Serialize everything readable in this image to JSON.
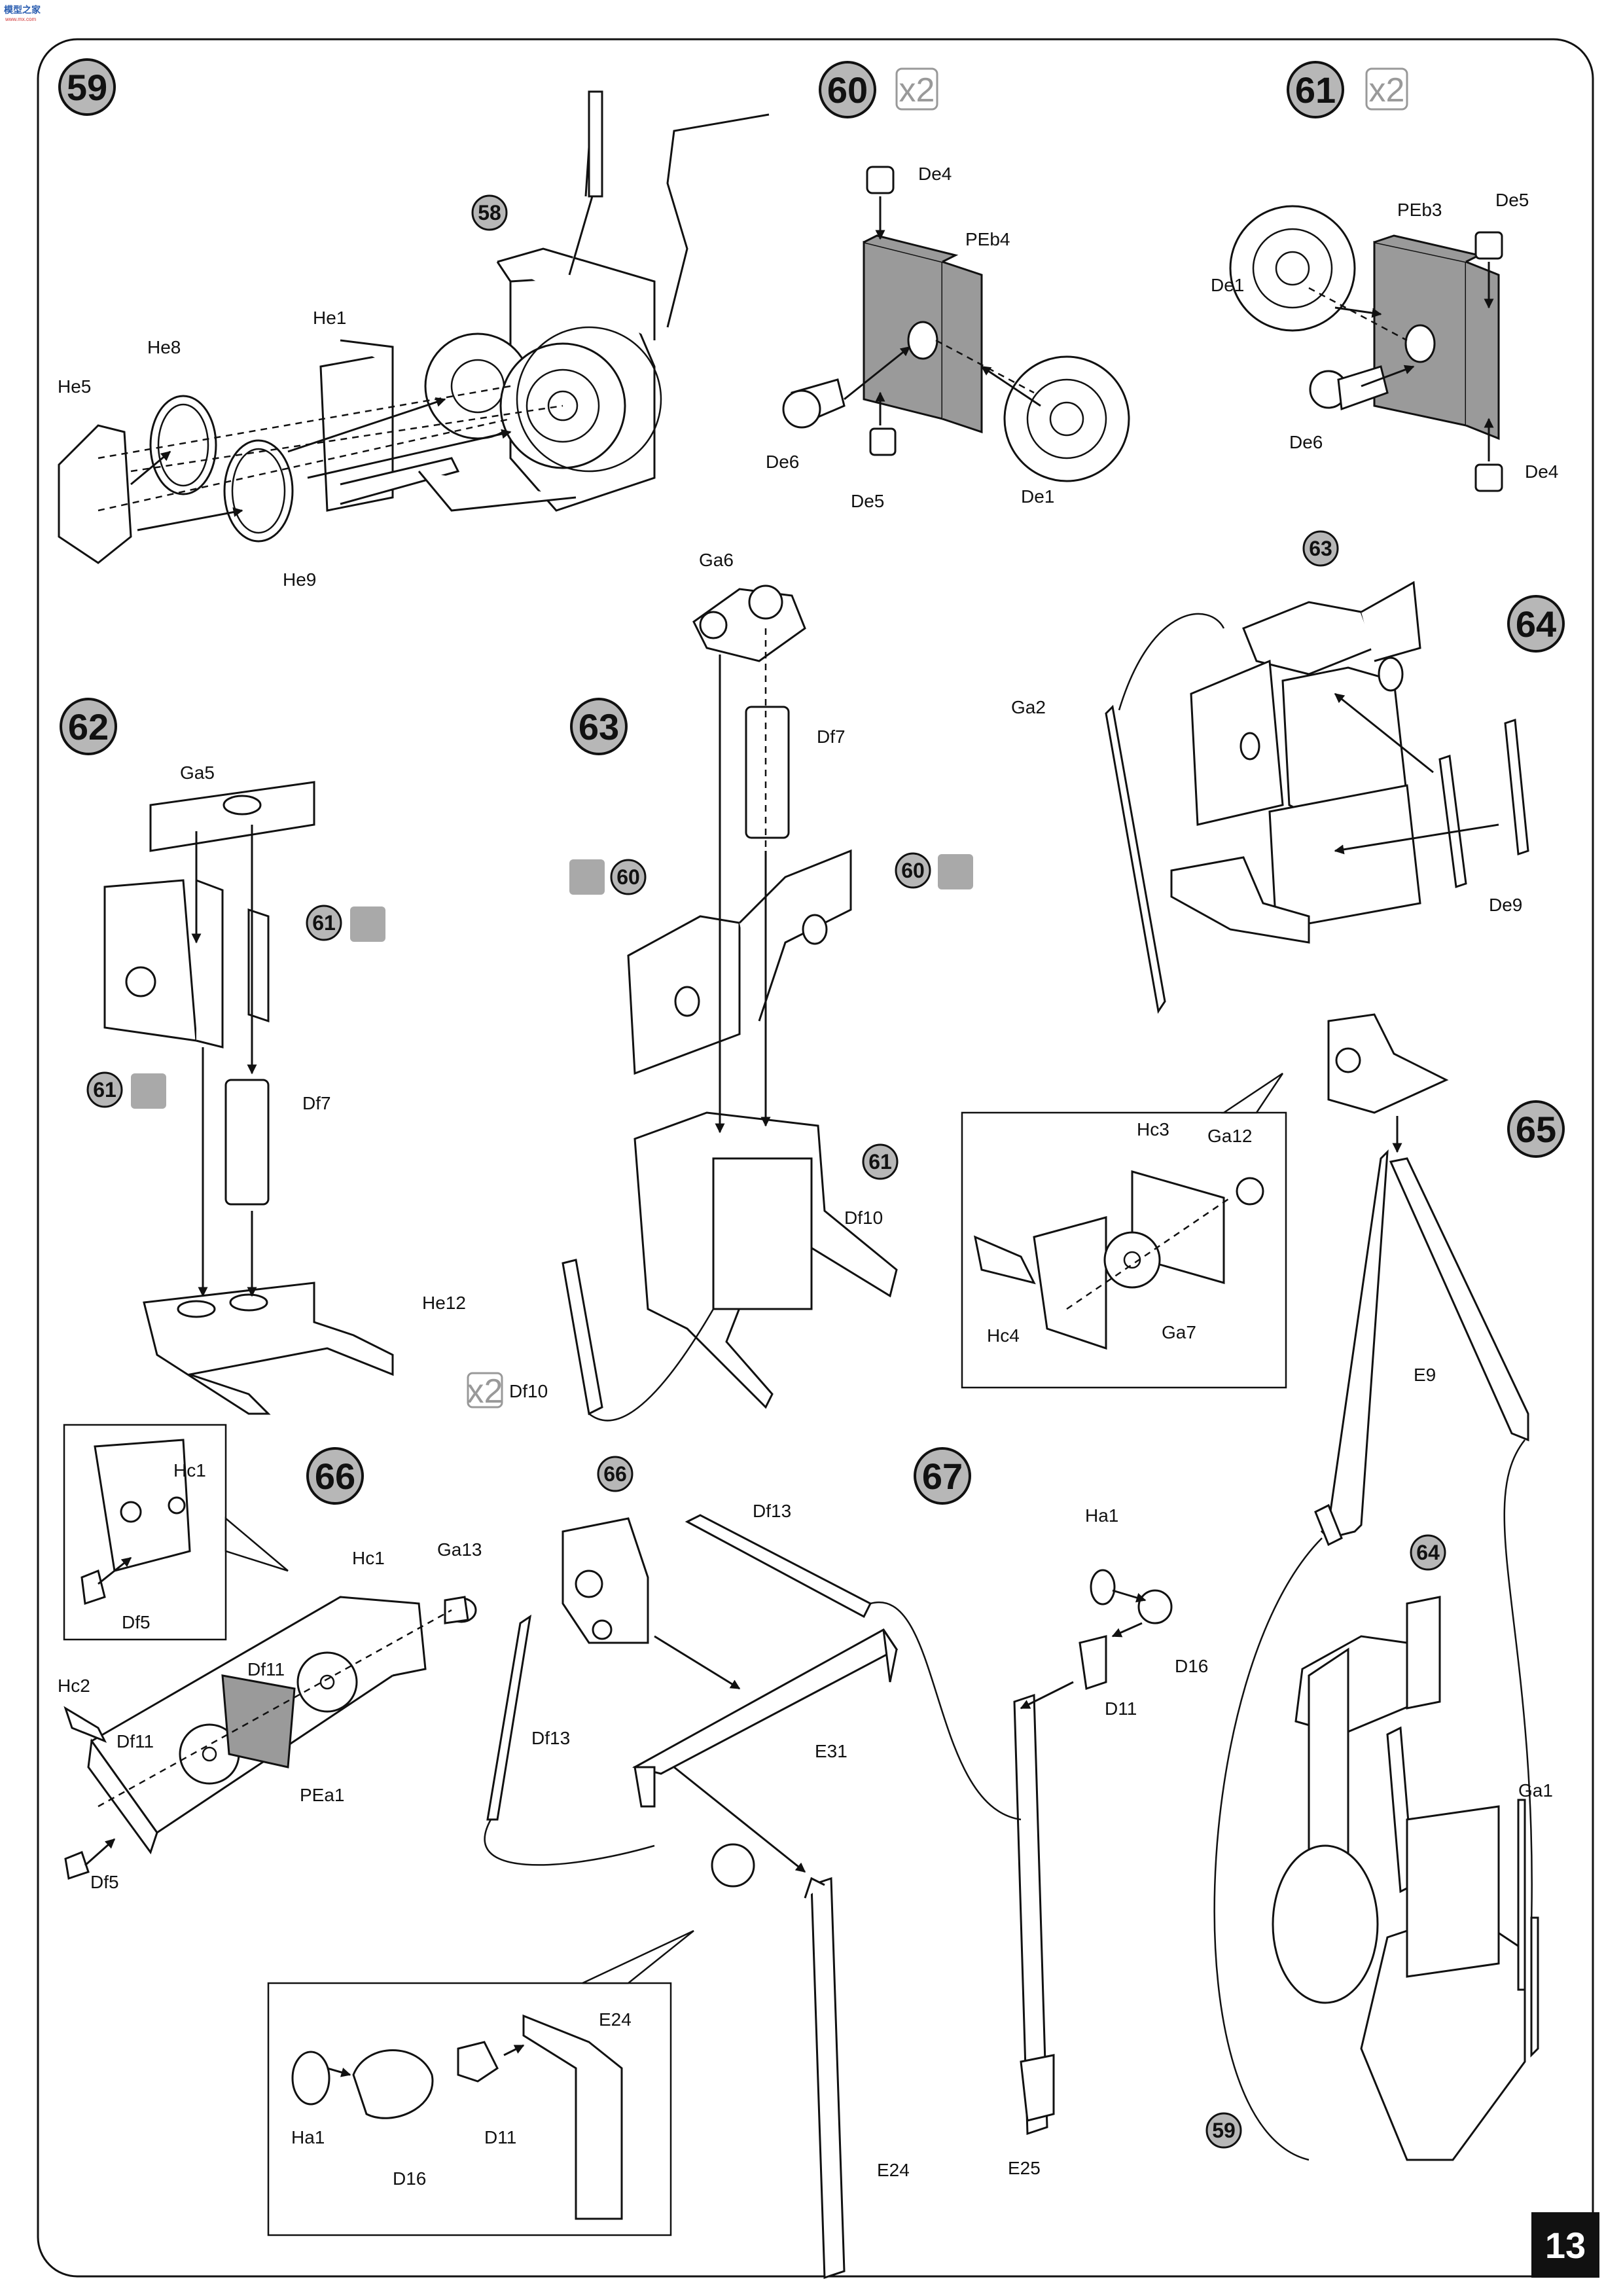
{
  "page_number": "13",
  "logo": {
    "text": "模型之家",
    "sub": "www.mx.com"
  },
  "steps": [
    {
      "num": "59",
      "multiplier": ""
    },
    {
      "num": "60",
      "multiplier": "x2"
    },
    {
      "num": "61",
      "multiplier": "x2"
    },
    {
      "num": "62",
      "multiplier": ""
    },
    {
      "num": "63",
      "multiplier": ""
    },
    {
      "num": "64",
      "multiplier": ""
    },
    {
      "num": "65",
      "multiplier": ""
    },
    {
      "num": "66",
      "multiplier": ""
    },
    {
      "num": "67",
      "multiplier": ""
    }
  ],
  "step59": {
    "ref": "58",
    "labels": [
      "He1",
      "He8",
      "He5",
      "He9"
    ]
  },
  "step60": {
    "labels": [
      "De4",
      "PEb4",
      "De6",
      "De5",
      "De1"
    ]
  },
  "step61": {
    "labels": [
      "PEb3",
      "De5",
      "De1",
      "De6",
      "De4"
    ]
  },
  "step62": {
    "labels": [
      "Ga5",
      "Df7",
      "He12"
    ],
    "refs": [
      "61",
      "61"
    ]
  },
  "step63": {
    "labels": [
      "Ga6",
      "Df7",
      "Df10",
      "Df10"
    ],
    "refs": [
      "60",
      "60",
      "61"
    ],
    "multiplier": "x2"
  },
  "step64": {
    "labels": [
      "Ga2",
      "De9"
    ],
    "refs": [
      "63"
    ]
  },
  "step65": {
    "labels": [
      "Hc3",
      "Ga12",
      "Hc4",
      "Ga7",
      "E9",
      "Ga1"
    ],
    "refs": [
      "64",
      "59"
    ]
  },
  "step66": {
    "labels": [
      "Hc1",
      "Df5",
      "Hc1",
      "Ga13",
      "Hc2",
      "Df11",
      "Df11",
      "PEa1",
      "Df5"
    ]
  },
  "step67": {
    "labels": [
      "Df13",
      "Df13",
      "E31",
      "Ha1",
      "D16",
      "D11",
      "E25",
      "E24",
      "Ha1",
      "D16",
      "D11",
      "E24"
    ],
    "refs": [
      "66"
    ]
  }
}
